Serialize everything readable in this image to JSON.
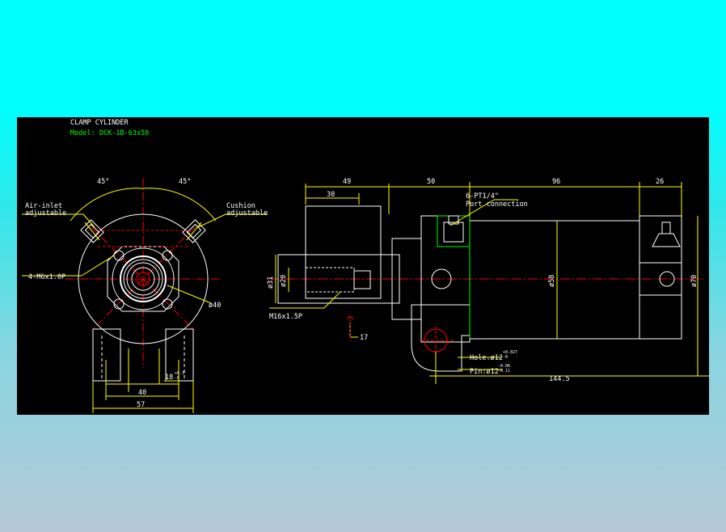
{
  "title": "CLAMP CYLINDER",
  "model": "Model: DCK-1B-63x50",
  "colors": {
    "background_top": "#00ffff",
    "background_bottom": "#b6c8d8",
    "canvas": "#000000",
    "outline": "#ffffff",
    "dimension": "#ffff00",
    "centerline": "#ff0000",
    "model_text": "#00ff00"
  },
  "left_view": {
    "angle_left": "45°",
    "angle_right": "45°",
    "air_inlet": [
      "Air-inlet",
      "adjustable"
    ],
    "cushion": [
      "Cushion",
      "adjustable"
    ],
    "bolt_holes": "4-M6x1.0P",
    "pitch_dia": "ø40",
    "slot": "18",
    "slot_tol_upper": "+0.3",
    "slot_tol_lower": "-0",
    "width_inner": "40",
    "width_outer": "57"
  },
  "right_view": {
    "dim_49": "49",
    "dim_30": "30",
    "dim_50": "50",
    "dim_96": "96",
    "dim_26": "26",
    "port": "6-PT1/4\"",
    "port_connection": "Port connection",
    "dia_31": "ø31",
    "dia_20": "ø20",
    "dia_58": "ø58",
    "dia_70": "ø70",
    "thread": "M16x1.5P",
    "dim_17": "17",
    "hole": "Hole.ø12",
    "hole_tol_upper": "+0.027",
    "hole_tol_lower": "-0",
    "pin": "Pin:ø12",
    "pin_tol_upper": "-0.06",
    "pin_tol_lower": "-0.11",
    "dim_144_5": "144.5"
  }
}
